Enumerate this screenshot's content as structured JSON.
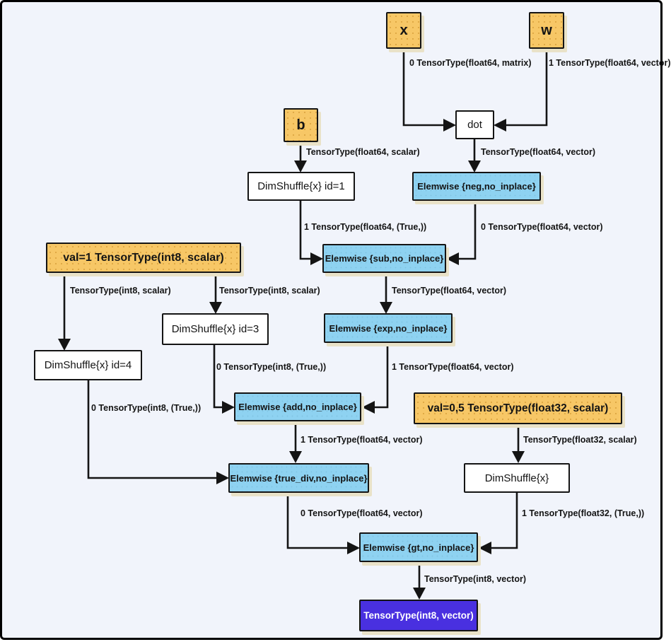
{
  "diagram": {
    "kind": "computation-graph",
    "background_color": "#f1f4fb",
    "node_colors": {
      "constant_input": "#f7c766",
      "elemwise_op": "#8ed2f1",
      "plain_op": "#ffffff",
      "output": "#4930e0",
      "edge": "#141414",
      "shadow": "#e9e2c8"
    },
    "nodes": {
      "x": {
        "label": "x"
      },
      "w": {
        "label": "w"
      },
      "b": {
        "label": "b"
      },
      "dot": {
        "label": "dot"
      },
      "dimshuffle1": {
        "label": "DimShuffle{x} id=1"
      },
      "neg": {
        "label": "Elemwise {neg,no_inplace}"
      },
      "sub": {
        "label": "Elemwise {sub,no_inplace}"
      },
      "val1": {
        "label": "val=1 TensorType(int8, scalar)"
      },
      "dimshuffle3": {
        "label": "DimShuffle{x} id=3"
      },
      "dimshuffle4": {
        "label": "DimShuffle{x} id=4"
      },
      "exp": {
        "label": "Elemwise {exp,no_inplace}"
      },
      "add": {
        "label": "Elemwise {add,no_inplace}"
      },
      "val05": {
        "label": "val=0,5 TensorType(float32, scalar)"
      },
      "true_div": {
        "label": "Elemwise {true_div,no_inplace}"
      },
      "dimshuffle_x": {
        "label": "DimShuffle{x}"
      },
      "gt": {
        "label": "Elemwise {gt,no_inplace}"
      },
      "output": {
        "label": "TensorType(int8, vector)"
      }
    },
    "edges": {
      "x_to_dot": "0 TensorType(float64, matrix)",
      "w_to_dot": "1 TensorType(float64, vector)",
      "b_to_dimshuffle1": "TensorType(float64, scalar)",
      "dot_to_neg": "TensorType(float64, vector)",
      "dimshuffle1_to_sub": "1 TensorType(float64, (True,))",
      "neg_to_sub": "0 TensorType(float64, vector)",
      "val1_to_dimshuffle4": "TensorType(int8, scalar)",
      "val1_to_dimshuffle3": "TensorType(int8, scalar)",
      "sub_to_exp": "TensorType(float64, vector)",
      "dimshuffle3_to_add": "0 TensorType(int8, (True,))",
      "exp_to_add": "1 TensorType(float64, vector)",
      "dimshuffle4_to_true_div": "0 TensorType(int8, (True,))",
      "add_to_true_div": "1 TensorType(float64, vector)",
      "val05_to_dimshuffle": "TensorType(float32, scalar)",
      "true_div_to_gt": "0 TensorType(float64, vector)",
      "dimshuffle_to_gt": "1 TensorType(float32, (True,))",
      "gt_to_output": "TensorType(int8, vector)"
    }
  }
}
